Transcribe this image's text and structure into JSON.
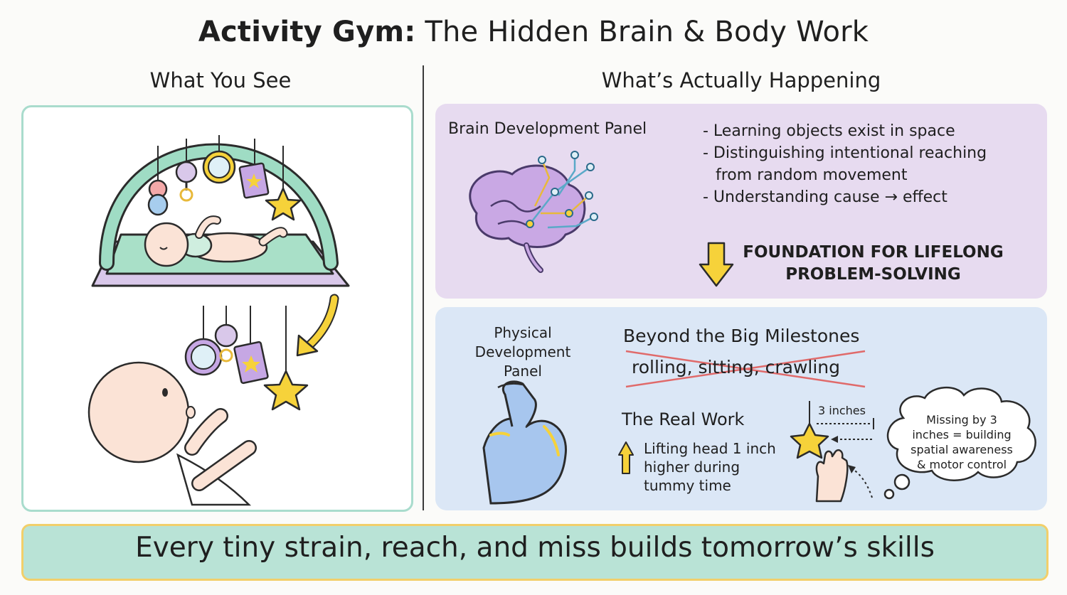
{
  "title": {
    "bold": "Activity Gym:",
    "rest": " The Hidden Brain & Body Work"
  },
  "left_column": {
    "heading": "What You See"
  },
  "right_column": {
    "heading": "What’s Actually Happening"
  },
  "brain_panel": {
    "title": "Brain Development Panel",
    "bullets": [
      "- Learning objects exist in space",
      "- Distinguishing intentional reaching",
      "from random movement",
      "- Understanding cause → effect"
    ],
    "foundation_line1": "FOUNDATION FOR LIFELONG",
    "foundation_line2": "PROBLEM-SOLVING"
  },
  "physical_panel": {
    "title_line1": "Physical",
    "title_line2": "Development Panel",
    "beyond": "Beyond the Big Milestones",
    "milestones": "rolling, sitting, crawling",
    "real_work": "The Real Work",
    "lifting_line1": "Lifting head 1 inch",
    "lifting_line2": "higher during",
    "lifting_line3": "tummy time",
    "distance_label": "3 inches",
    "thought_line1": "Missing by 3",
    "thought_line2": "inches = building",
    "thought_line3": "spatial awareness",
    "thought_line4": "& motor control"
  },
  "tagline": "Every tiny strain, reach, and miss builds tomorrow’s skills",
  "colors": {
    "mint": "#a9dccd",
    "lavender": "#e7dbf0",
    "light_blue": "#dbe7f6",
    "yellow": "#f6d23a",
    "strike_red": "#e06a6a",
    "tagline_bg": "#b9e3d6"
  },
  "icons": [
    "baby-gym-icon",
    "baby-icon",
    "star-icon",
    "rattle-icon",
    "mirror-icon",
    "card-icon",
    "brain-icon",
    "down-arrow-icon",
    "flexed-arm-icon",
    "up-arrow-icon",
    "hand-icon",
    "thought-cloud-icon",
    "curved-arrow-icon"
  ]
}
